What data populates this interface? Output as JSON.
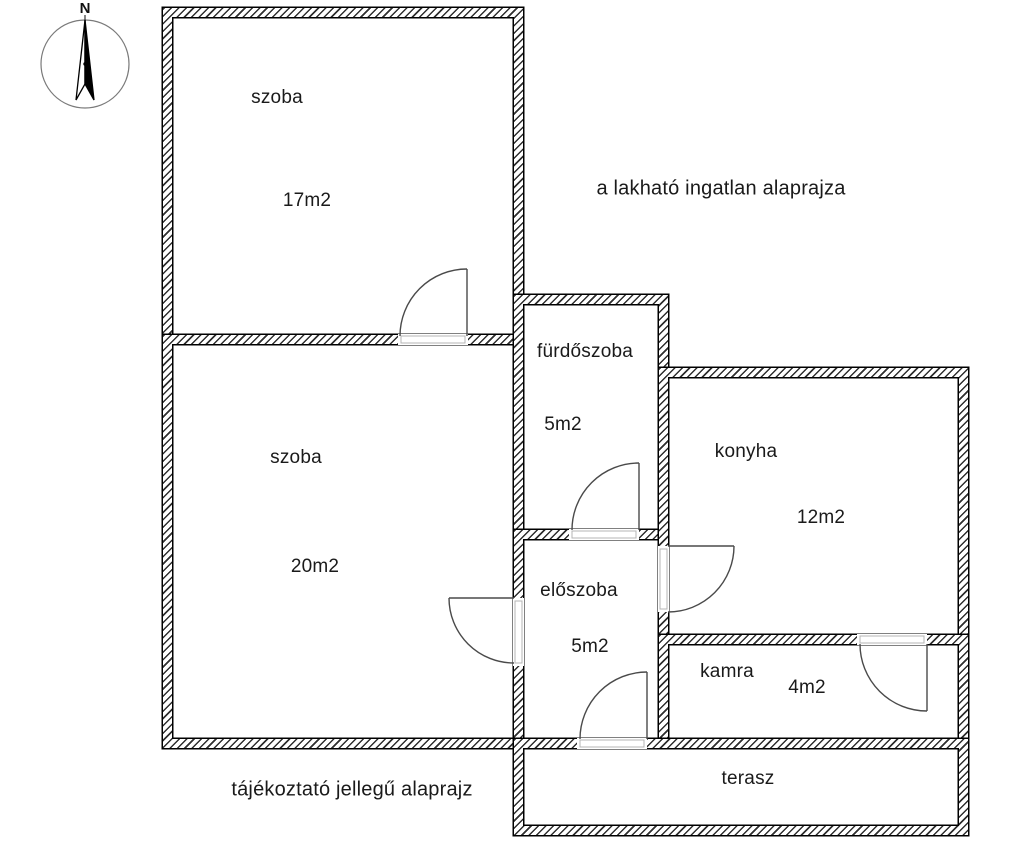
{
  "page": {
    "title": "a lakható ingatlan alaprajza",
    "footnote": "tájékoztató jellegű alaprajz"
  },
  "compass": {
    "label": "N"
  },
  "rooms": {
    "szoba17": {
      "name": "szoba",
      "area": "17m2"
    },
    "szoba20": {
      "name": "szoba",
      "area": "20m2"
    },
    "furdoszoba": {
      "name": "fürdőszoba",
      "area": "5m2"
    },
    "eloszoba": {
      "name": "előszoba",
      "area": "5m2"
    },
    "konyha": {
      "name": "konyha",
      "area": "12m2"
    },
    "kamra": {
      "name": "kamra",
      "area": "4m2"
    },
    "terasz": {
      "name": "terasz",
      "area": ""
    }
  },
  "colors": {
    "wall_line": "#000000",
    "wall_hatch": "#2f2f2f",
    "door_line": "#4a4a4a",
    "threshold": "#b4b4b4",
    "background": "#ffffff",
    "text": "#1a1a1a"
  }
}
